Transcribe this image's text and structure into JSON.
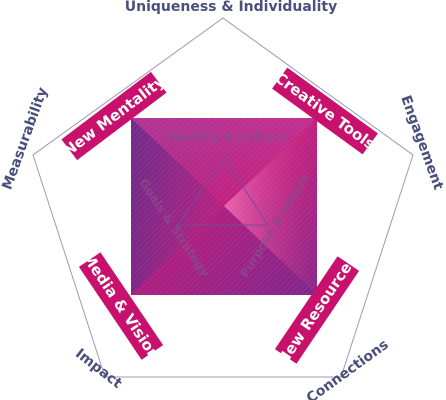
{
  "outer_labels": {
    "top": "Uniqueness & Individuality",
    "upper_left": "Measurability",
    "upper_right": "Engagement",
    "lower_left": "Impact",
    "lower_right": "Connections"
  },
  "tags": {
    "new_mentality": "New Mentality",
    "creative_tools": "Creative Tools",
    "media_vision": "Media & Vision",
    "new_resources": "New Resources"
  },
  "inner_labels": {
    "identity_culture": "Identity & Culture",
    "goals_strategy": "Goals & Strategy",
    "purpose_values": "Purpose & Values"
  },
  "colors": {
    "tag_fill": "#c8116c",
    "pentagon_stroke": "#9a9ab8",
    "label_color": "#4a4f7c"
  }
}
